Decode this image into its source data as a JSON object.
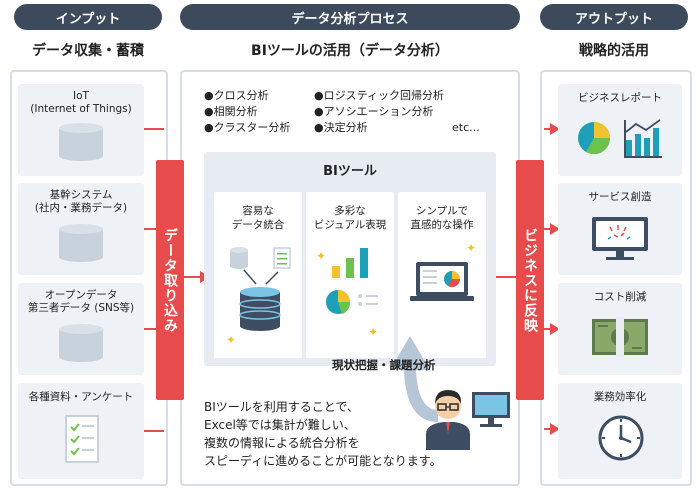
{
  "headers": {
    "input": "インプット",
    "process": "データ分析プロセス",
    "output": "アウトプット"
  },
  "subheaders": {
    "input": "データ収集・蓄積",
    "process": "BIツールの活用（データ分析）",
    "output": "戦略的活用"
  },
  "inputs": [
    {
      "line1": "IoT",
      "line2": "(Internet of Things)"
    },
    {
      "line1": "基幹システム",
      "line2": "(社内・業務データ)"
    },
    {
      "line1": "オープンデータ",
      "line2": "第三者データ (SNS等)"
    },
    {
      "line1": "各種資料・アンケート",
      "line2": ""
    }
  ],
  "red_bars": {
    "left": "データ取り込み",
    "right": "ビジネスに反映"
  },
  "analysis_methods": {
    "col1": [
      "●クロス分析",
      "●相関分析",
      "●クラスター分析"
    ],
    "col2": [
      "●ロジスティック回帰分析",
      "●アソシエーション分析",
      "●決定分析"
    ],
    "etc": "etc..."
  },
  "bi_tool": {
    "title": "BIツール",
    "features": [
      {
        "line1": "容易な",
        "line2": "データ統合"
      },
      {
        "line1": "多彩な",
        "line2": "ビジュアル表現"
      },
      {
        "line1": "シンプルで",
        "line2": "直感的な操作"
      }
    ]
  },
  "feedback_label": "現状把握・課題分析",
  "description": [
    "BIツールを利用することで、",
    "Excel等では集計が難しい、",
    "複数の情報による統合分析を",
    "スピーディに進めることが可能となります。"
  ],
  "outputs": [
    {
      "label": "ビジネスレポート",
      "icon": "report-icon"
    },
    {
      "label": "サービス創造",
      "icon": "monitor-icon"
    },
    {
      "label": "コスト削減",
      "icon": "money-icon"
    },
    {
      "label": "業務効率化",
      "icon": "clock-icon"
    }
  ],
  "colors": {
    "header_bg": "#3d4a5c",
    "accent_red": "#e84b4b",
    "card_bg": "#eef2f6",
    "panel_bg": "#e6ecf2",
    "cylinder": "#c8d2dc",
    "db_navy": "#3f4d63",
    "chart_teal": "#1e9fb8",
    "chart_green": "#6cc24a",
    "chart_yellow": "#f2c12e"
  }
}
